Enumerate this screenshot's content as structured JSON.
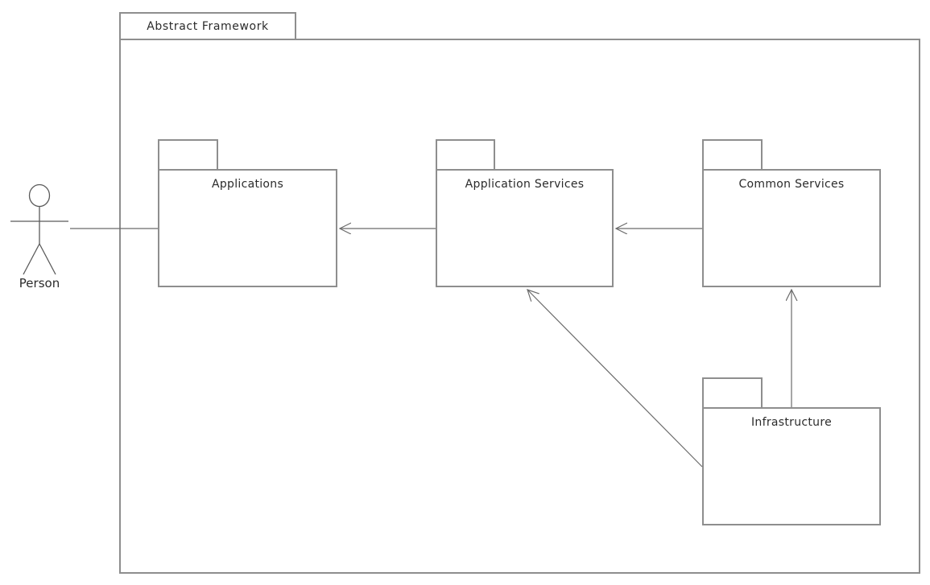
{
  "diagram": {
    "type": "uml-package-diagram",
    "frame_title": "Abstract Framework",
    "actor": {
      "label": "Person"
    },
    "packages": [
      {
        "id": "applications",
        "label": "Applications"
      },
      {
        "id": "application-services",
        "label": "Application Services"
      },
      {
        "id": "common-services",
        "label": "Common Services"
      },
      {
        "id": "infrastructure",
        "label": "Infrastructure"
      }
    ],
    "connectors": [
      {
        "from": "Person",
        "to": "Applications",
        "style": "association-plain"
      },
      {
        "from": "Application Services",
        "to": "Applications",
        "style": "open-arrow"
      },
      {
        "from": "Common Services",
        "to": "Application Services",
        "style": "open-arrow"
      },
      {
        "from": "Infrastructure",
        "to": "Application Services",
        "style": "open-arrow"
      },
      {
        "from": "Infrastructure",
        "to": "Common Services",
        "style": "open-arrow"
      }
    ],
    "colors": {
      "box_border": "#8e8e8e",
      "connector": "#6b6b6b",
      "actor": "#5a5a5a",
      "text": "#2b2b2b",
      "background": "#ffffff"
    }
  }
}
